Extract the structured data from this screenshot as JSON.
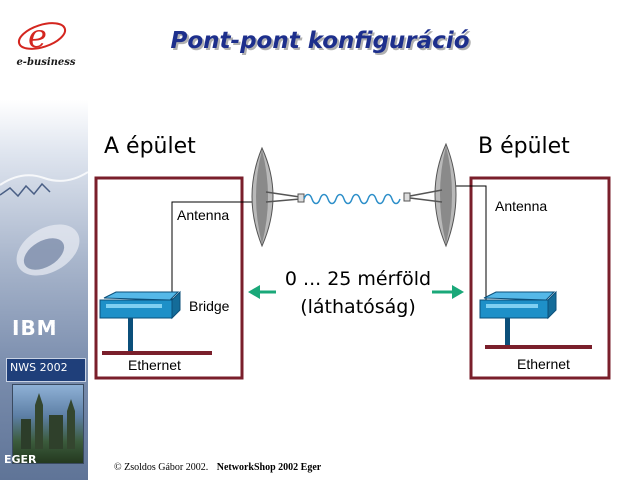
{
  "brand": {
    "logo_letter": "e",
    "tagline": "e-business"
  },
  "title": "Pont-pont konfiguráció",
  "building_a": {
    "title": "A épület",
    "antenna_label": "Antenna",
    "bridge_label": "Bridge",
    "ethernet_label": "Ethernet"
  },
  "building_b": {
    "title": "B épület",
    "antenna_label": "Antenna",
    "ethernet_label": "Ethernet"
  },
  "distance": {
    "line1": "0 ... 25 mérföld",
    "line2": "(láthatóság)"
  },
  "sidebar": {
    "ibm_logo": "IBM",
    "event_label": "NWS 2002",
    "town_label": "EGER"
  },
  "footer": {
    "copyright": "© Zsoldos Gábor 2002.",
    "event": "NetworkShop 2002 Eger"
  },
  "colors": {
    "title": "#1d2f8c",
    "building_border": "#7a1f2b",
    "arrow": "#1aa879",
    "bridge": "#1e90c8",
    "ethernet": "#7a1f2b",
    "signal": "#2e8fc9"
  }
}
